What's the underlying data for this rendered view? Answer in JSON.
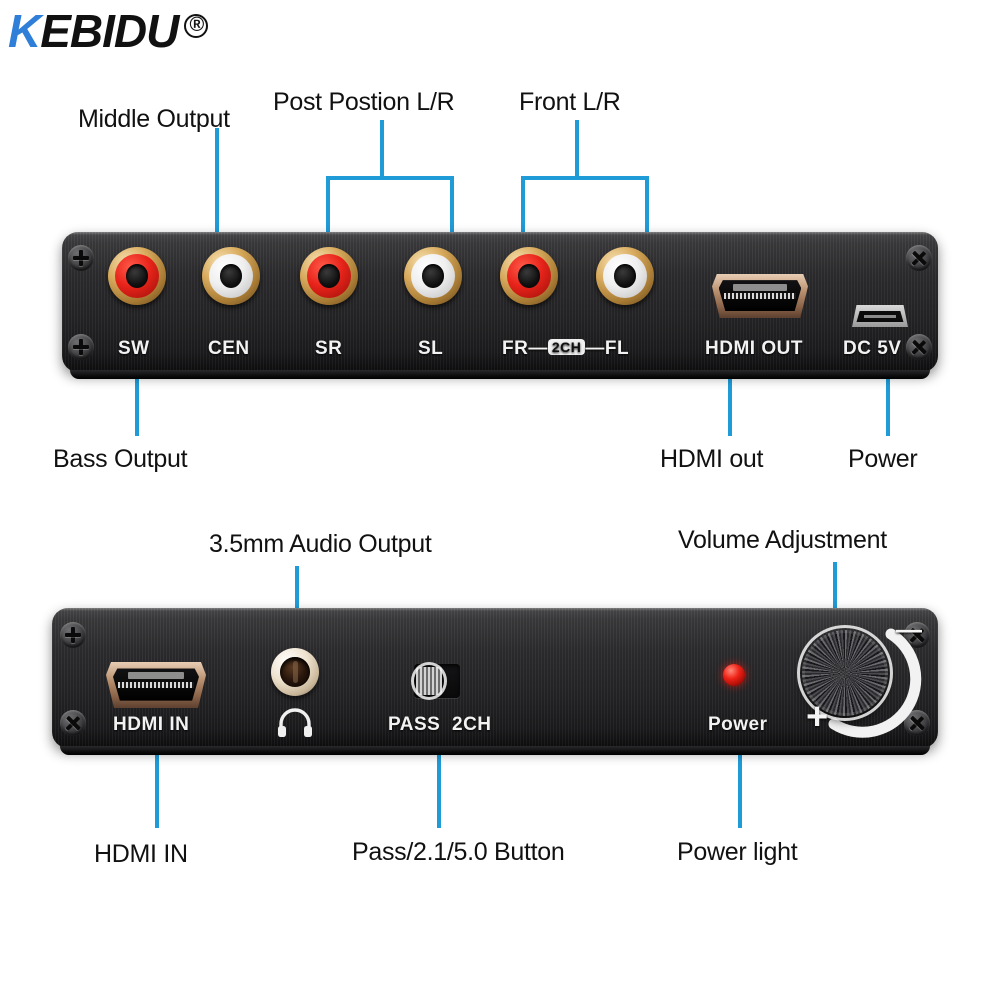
{
  "brand": {
    "name_k": "K",
    "name_rest": "EBIDU",
    "registered_mark": "®"
  },
  "accent_color": "#1f9bd8",
  "top_panel": {
    "title": "rear-panel",
    "callouts": [
      {
        "id": "middle-output",
        "label": "Middle Output"
      },
      {
        "id": "post-position",
        "label": "Post Postion L/R"
      },
      {
        "id": "front-lr",
        "label": "Front L/R"
      },
      {
        "id": "bass-output",
        "label": "Bass Output"
      },
      {
        "id": "hdmi-out",
        "label": "HDMI out"
      },
      {
        "id": "power",
        "label": "Power"
      }
    ],
    "port_labels": {
      "sw": "SW",
      "cen": "CEN",
      "sr": "SR",
      "sl": "SL",
      "fr": "FR",
      "two_ch_badge": "2CH",
      "fl": "FL",
      "hdmi_out": "HDMI  OUT",
      "dc_5v": "DC  5V"
    },
    "jacks": [
      {
        "name": "SW",
        "color": "red",
        "icon": "rca-jack-red"
      },
      {
        "name": "CEN",
        "color": "white",
        "icon": "rca-jack-white"
      },
      {
        "name": "SR",
        "color": "red",
        "icon": "rca-jack-red"
      },
      {
        "name": "SL",
        "color": "white",
        "icon": "rca-jack-white"
      },
      {
        "name": "FR",
        "color": "red",
        "icon": "rca-jack-red"
      },
      {
        "name": "FL",
        "color": "white",
        "icon": "rca-jack-white"
      }
    ]
  },
  "bottom_panel": {
    "title": "front-panel",
    "callouts": [
      {
        "id": "audio-out-35mm",
        "label": "3.5mm Audio Output"
      },
      {
        "id": "volume-adjust",
        "label": "Volume Adjustment"
      },
      {
        "id": "hdmi-in",
        "label": "HDMI IN"
      },
      {
        "id": "pass-button",
        "label": "Pass/2.1/5.0 Button"
      },
      {
        "id": "power-light",
        "label": "Power light"
      }
    ],
    "port_labels": {
      "hdmi_in": "HDMI IN",
      "headphone_icon": "headphone-icon",
      "pass": "PASS",
      "two_ch": "2CH",
      "power": "Power",
      "volume_minus": "—",
      "volume_plus": "+"
    }
  }
}
